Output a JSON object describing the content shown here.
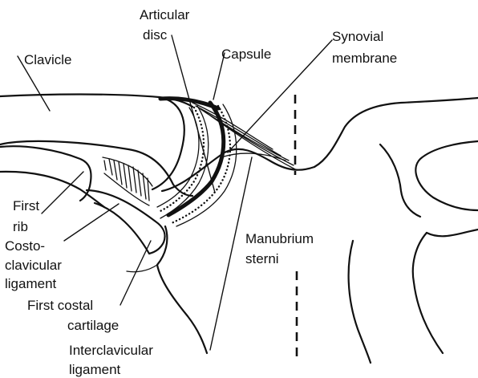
{
  "figure": {
    "labels": {
      "articular_disc": [
        "Articular",
        "disc"
      ],
      "capsule": "Capsule",
      "synovial_membrane": [
        "Synovial",
        "membrane"
      ],
      "clavicle": "Clavicle",
      "first_rib": [
        "First",
        "rib"
      ],
      "costoclavicular_ligament": [
        "Costo-",
        "clavicular",
        "ligament"
      ],
      "first_costal_cartilage": [
        "First costal",
        "cartilage"
      ],
      "manubrium_sterni": [
        "Manubrium",
        "sterni"
      ],
      "interclavicular_ligament": [
        "Interclavicular",
        "ligament"
      ]
    }
  }
}
